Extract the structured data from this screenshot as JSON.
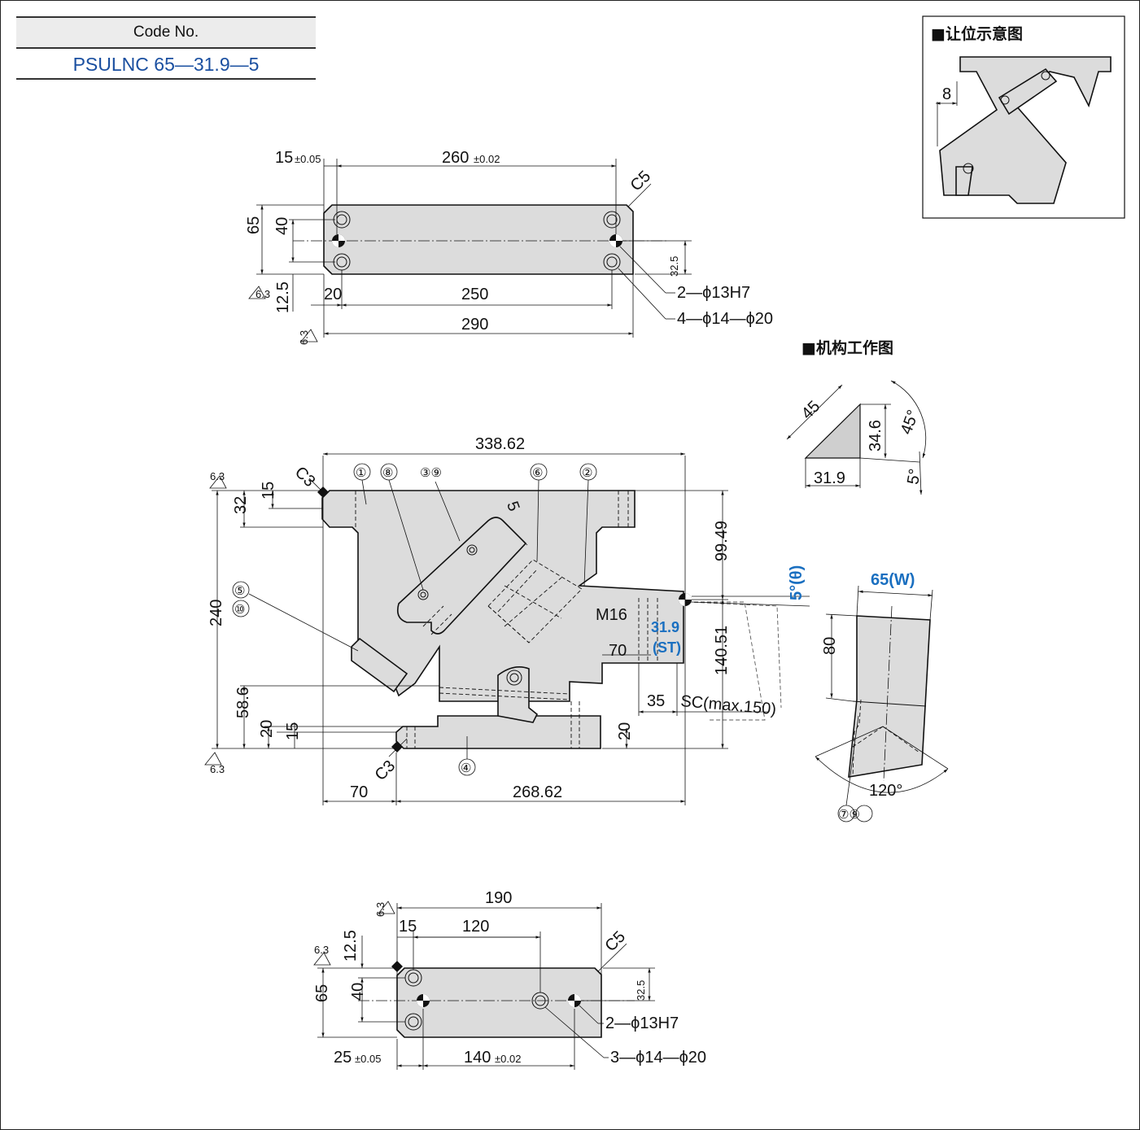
{
  "code_box": {
    "header": "Code No.",
    "value": "PSULNC 65—31.9—5"
  },
  "diagram": {
    "inset_titles": {
      "relief": "■让位示意图",
      "mechanism": "■机构工作图"
    },
    "top_view": {
      "d_15": "15",
      "tol_005": "±0.05",
      "d_260": "260",
      "tol_002": "±0.02",
      "c5": "C5",
      "d_65": "65",
      "d_40": "40",
      "d_32_5": "32.5",
      "d_12_5": "12.5",
      "d_20": "20",
      "d_250": "250",
      "d_290": "290",
      "hole_a": "2—ϕ13H7",
      "hole_b": "4—ϕ14—ϕ20",
      "rough": "6.3"
    },
    "front_view": {
      "d_338_62": "338.62",
      "c3": "C3",
      "d_32": "32",
      "d_15": "15",
      "d_240": "240",
      "d_58_6": "58.6",
      "d_20": "20",
      "d_70": "70",
      "d_268_62": "268.62",
      "d_99_49": "99.49",
      "d_140_51": "140.51",
      "d_35": "35",
      "sc": "SC(max.150)",
      "st_val": "31.9",
      "st": "(ST)",
      "m16": "M16",
      "d_5": "5",
      "angle": "5°(θ)",
      "parts": [
        "①",
        "⑧",
        "③⑨",
        "⑥",
        "②",
        "⑤",
        "⑩",
        "④"
      ]
    },
    "mechanism": {
      "d_45": "45",
      "d_34_6": "34.6",
      "d_31_9": "31.9",
      "ang_45": "45°",
      "ang_5": "5°"
    },
    "side_view": {
      "w": "65(W)",
      "d_80": "80",
      "ang_120": "120°",
      "parts": "⑦⑨"
    },
    "bottom_view": {
      "d_190": "190",
      "d_15": "15",
      "d_120": "120",
      "c5": "C5",
      "d_12_5": "12.5",
      "d_65": "65",
      "d_40": "40",
      "d_32_5": "32.5",
      "d_25": "25",
      "tol_005": "±0.05",
      "d_140": "140",
      "tol_002": "±0.02",
      "hole_a": "2—ϕ13H7",
      "hole_b": "3—ϕ14—ϕ20"
    },
    "relief": {
      "d_8": "8"
    }
  }
}
